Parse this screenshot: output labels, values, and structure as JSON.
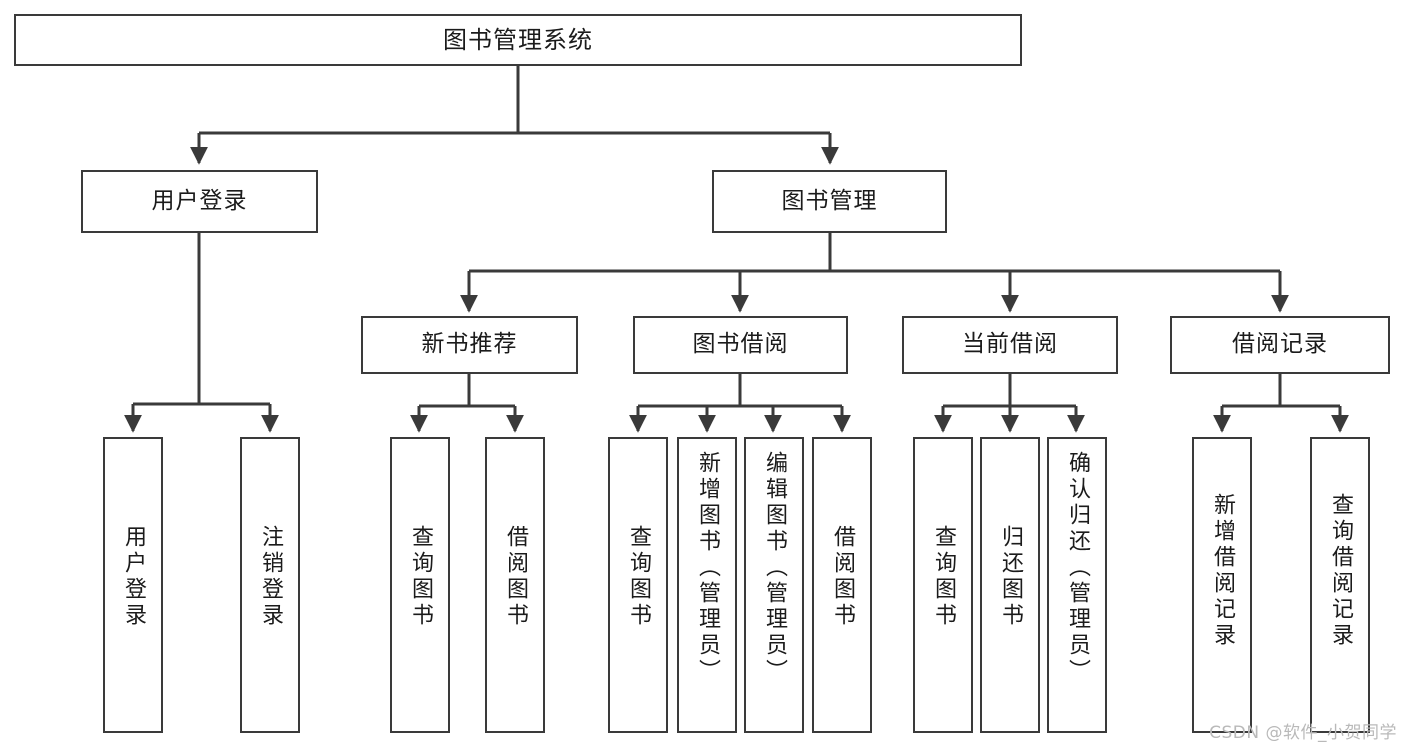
{
  "diagram": {
    "title": "图书管理系统",
    "type": "tree-hierarchy-chart",
    "background_color": "#ffffff",
    "border_color": "#3a3a3a",
    "text_color": "#1b1b1b"
  },
  "watermark": {
    "text": "CSDN @软件_小贺同学",
    "color": "#b9b9b9"
  },
  "nodes": {
    "root": {
      "label": "图书管理系统"
    },
    "level1": [
      {
        "label": "用户登录"
      },
      {
        "label": "图书管理"
      }
    ],
    "level2": [
      {
        "label": "新书推荐"
      },
      {
        "label": "图书借阅"
      },
      {
        "label": "当前借阅"
      },
      {
        "label": "借阅记录"
      }
    ],
    "leaves": {
      "user_login": [
        {
          "label": "用户登录"
        },
        {
          "label": "注销登录"
        }
      ],
      "new_book_recommend": [
        {
          "label": "查询图书"
        },
        {
          "label": "借阅图书"
        }
      ],
      "book_borrow": [
        {
          "label": "查询图书"
        },
        {
          "label": "新增图书（管理员）"
        },
        {
          "label": "编辑图书（管理员）"
        },
        {
          "label": "借阅图书"
        }
      ],
      "current_borrow": [
        {
          "label": "查询图书"
        },
        {
          "label": "归还图书"
        },
        {
          "label": "确认归还（管理员）"
        }
      ],
      "borrow_record": [
        {
          "label": "新增借阅记录"
        },
        {
          "label": "查询借阅记录"
        }
      ]
    }
  }
}
